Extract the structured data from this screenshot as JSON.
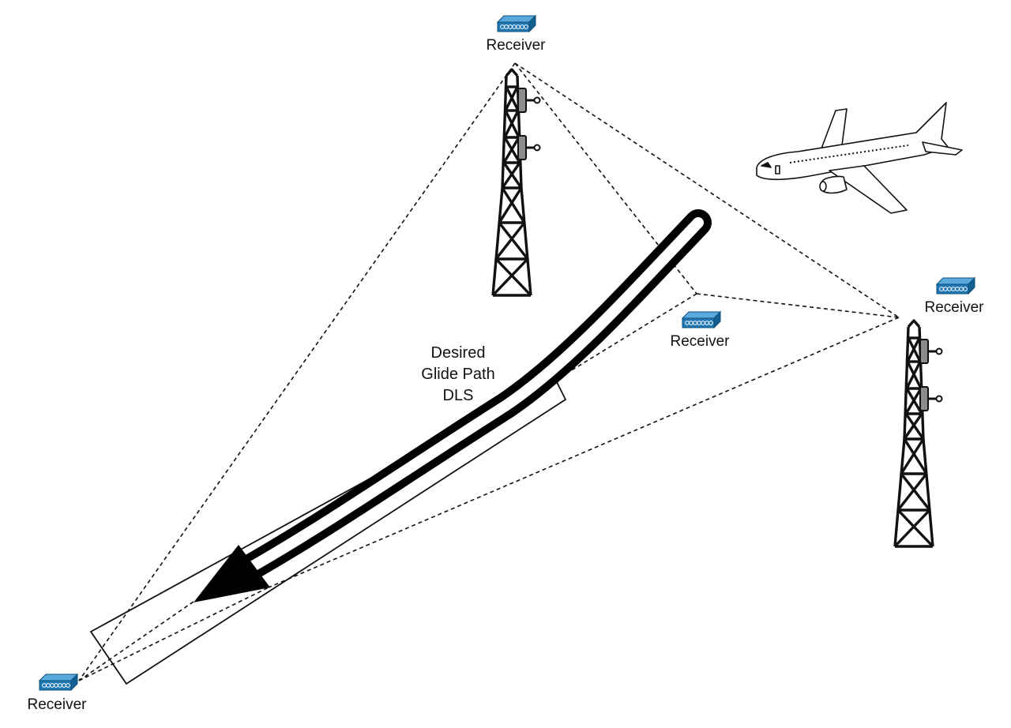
{
  "receivers": {
    "top": "Receiver",
    "mid": "Receiver",
    "right": "Receiver",
    "bottom_left": "Receiver"
  },
  "glide_path": {
    "line1": "Desired",
    "line2": "Glide Path",
    "line3": "DLS"
  },
  "colors": {
    "receiver_blue": "#1f78b4",
    "ink": "#111111",
    "antenna_gray": "#8c8c8c"
  },
  "icons": [
    "receiver-icon",
    "tower-icon",
    "airplane-icon",
    "arrow-icon"
  ]
}
